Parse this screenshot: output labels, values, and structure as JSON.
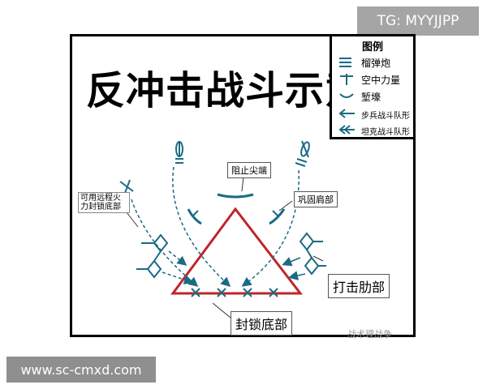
{
  "badge_top": "TG: MYYJJPP",
  "badge_bottom": "www.sc-cmxd.com",
  "title": "反冲击战斗示意图",
  "legend": {
    "title": "图例",
    "items": [
      {
        "label": "榴弹炮",
        "icon": "howitzer-icon"
      },
      {
        "label": "空中力量",
        "icon": "air-power-icon"
      },
      {
        "label": "堑壕",
        "icon": "trench-icon"
      },
      {
        "label": "步兵战斗队形",
        "icon": "infantry-formation-icon"
      },
      {
        "label": "坦克战斗队形",
        "icon": "tank-formation-icon"
      }
    ]
  },
  "labels": {
    "block_tip": "阻止尖端",
    "consolidate_shoulder": "巩固肩部",
    "long_range_fire": "可用远程火力封锁底部",
    "strike_flank": "打击肋部",
    "seal_base": "封锁底部"
  },
  "watermark": "战术理战争",
  "colors": {
    "triangle": "#c0242a",
    "symbols": "#1a6b84",
    "frame": "#000000"
  }
}
